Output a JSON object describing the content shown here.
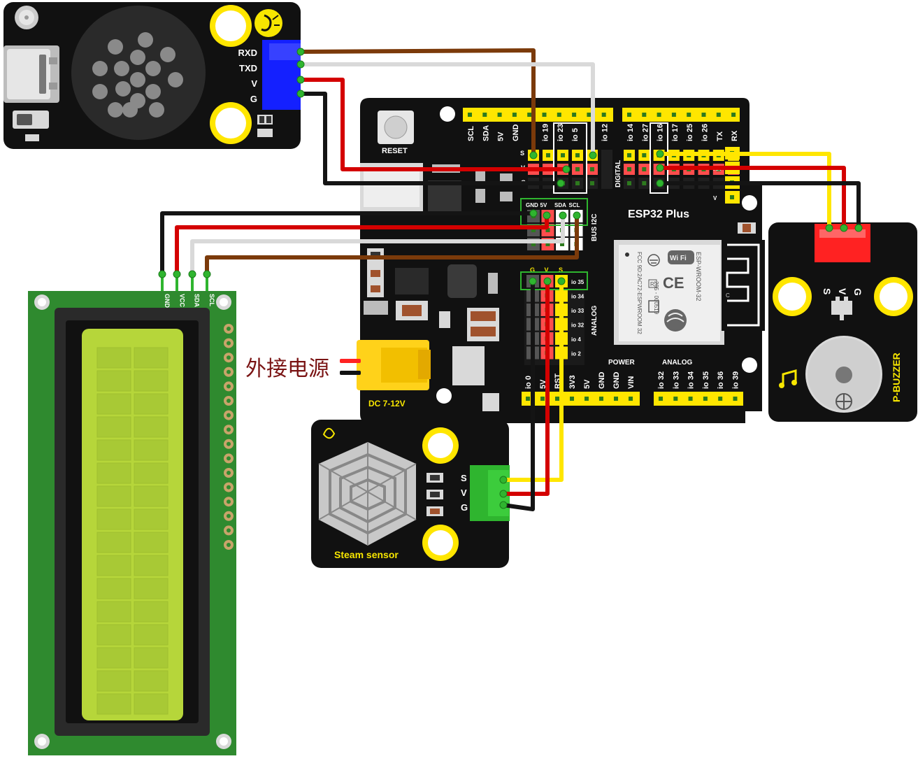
{
  "board": {
    "name": "ESP32 Plus",
    "reset_label": "RESET",
    "dc_label": "DC 7-12V",
    "bus_label": "BUS I2C",
    "digital_label": "DIGITAL",
    "analog_side_label": "ANALOG",
    "power_label": "POWER",
    "analog_bottom_label": "ANALOG",
    "top_pins_left": [
      "SCL",
      "SDA",
      "5V",
      "GND",
      "",
      "io 19",
      "io 23",
      "io 5",
      "",
      "io 12"
    ],
    "top_pins_right": [
      "io 14",
      "io 27",
      "io 16",
      "io 17",
      "io 25",
      "io 26",
      "TX",
      "RX"
    ],
    "row_s": "S",
    "row_v": "V",
    "row_g": "G",
    "uart_labels": [
      "TX",
      "RX",
      "G",
      "V"
    ],
    "i2c_header": [
      "GND",
      "5V",
      "SDA",
      "SCL"
    ],
    "analog_header": [
      "G",
      "V",
      "S"
    ],
    "analog_pins": [
      "io 35",
      "io 34",
      "io 33",
      "io 32",
      "io 4",
      "io 2"
    ],
    "power_pins": [
      "io 0",
      "5V",
      "RST",
      "3V3",
      "5V",
      "GND",
      "GND",
      "VIN"
    ],
    "analog_bottom_pins": [
      "io 32",
      "io 33",
      "io 34",
      "io 35",
      "io 36",
      "io 39"
    ],
    "module_chip": {
      "wifi": "Wi Fi",
      "model": "ESP-WROOM-32",
      "fcc": "FCC 9D:2AC72-ESPWROOM 32",
      "cert": "205 - 000519",
      "r": "R",
      "c": "C"
    }
  },
  "voice_module": {
    "pins": [
      "RXD",
      "TXD",
      "V",
      "G"
    ]
  },
  "lcd": {
    "pins": [
      "GND",
      "VCC",
      "SDA",
      "SCL"
    ]
  },
  "buzzer": {
    "name": "P-BUZZER",
    "pins": [
      "S",
      "V",
      "G"
    ]
  },
  "steam": {
    "name": "Steam sensor",
    "pins": [
      "S",
      "V",
      "G"
    ]
  },
  "external_power_label": "外接电源",
  "colors": {
    "board_black": "#111111",
    "pcb_green": "#2f8a2f",
    "lcd_screen": "#b6d63a",
    "wire_brown": "#7b3a0a",
    "wire_white": "#d9d9d9",
    "wire_red": "#d40000",
    "wire_black": "#141414",
    "wire_yellow": "#ffe600",
    "pin_yellow": "#ffe600",
    "pin_red": "#ff4d4d",
    "connector_blue": "#1420ff",
    "connector_red": "#ff2222",
    "connector_green": "#2fb52f",
    "jack_yellow": "#ffd21a"
  }
}
